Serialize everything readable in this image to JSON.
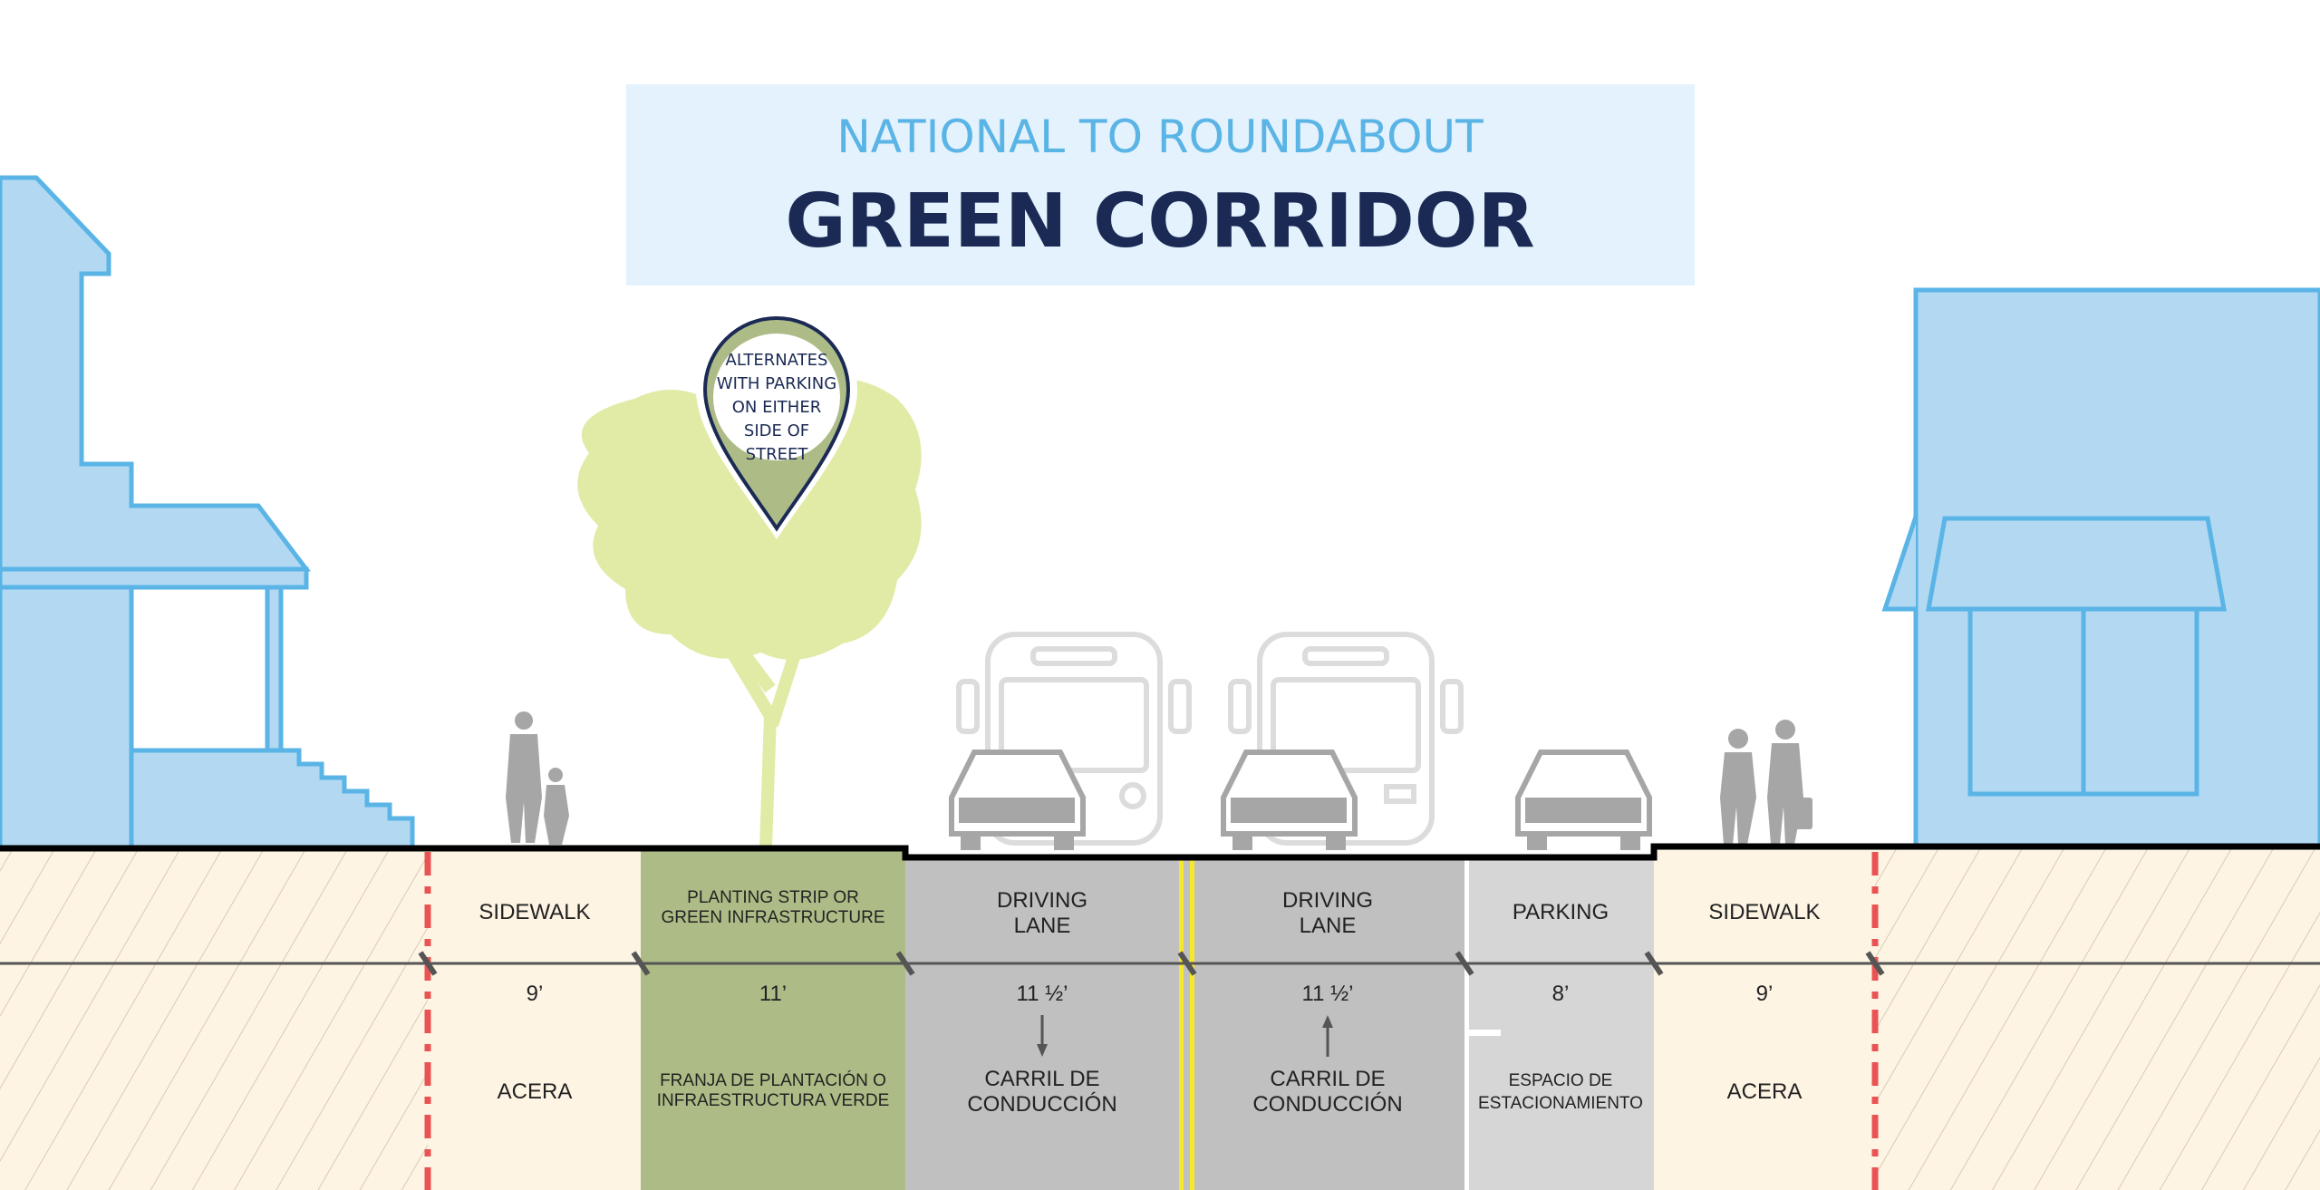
{
  "title": {
    "line1": "NATIONAL TO ROUNDABOUT",
    "line2": "GREEN CORRIDOR"
  },
  "callout": {
    "lines": [
      "ALTERNATES",
      "WITH PARKING",
      "ON EITHER",
      "SIDE OF",
      "STREET"
    ]
  },
  "segments": [
    {
      "name": "SIDEWALK",
      "name2": "",
      "width": "9’",
      "spanish": "ACERA",
      "spanish2": "",
      "direction": ""
    },
    {
      "name": "PLANTING STRIP OR",
      "name2": "GREEN INFRASTRUCTURE",
      "width": "11’",
      "spanish": "FRANJA DE PLANTACIÓN O",
      "spanish2": "INFRAESTRUCTURA VERDE",
      "direction": ""
    },
    {
      "name": "DRIVING",
      "name2": "LANE",
      "width": "11 ½’",
      "spanish": "CARRIL DE",
      "spanish2": "CONDUCCIÓN",
      "direction": "down"
    },
    {
      "name": "DRIVING",
      "name2": "LANE",
      "width": "11 ½’",
      "spanish": "CARRIL DE",
      "spanish2": "CONDUCCIÓN",
      "direction": "up"
    },
    {
      "name": "PARKING",
      "name2": "",
      "width": "8’",
      "spanish": "ESPACIO DE",
      "spanish2": "ESTACIONAMIENTO",
      "direction": ""
    },
    {
      "name": "SIDEWALK",
      "name2": "",
      "width": "9’",
      "spanish": "ACERA",
      "spanish2": "",
      "direction": ""
    }
  ],
  "colors": {
    "sidewalk": "#fdf4e3",
    "planting": "#adbc86",
    "driving": "#c0c0c0",
    "parking": "#d6d6d6",
    "property_line": "#ea5353",
    "building": "#b3d9f2",
    "building_stroke": "#5ab4e6",
    "tree": "#e1eba6"
  }
}
